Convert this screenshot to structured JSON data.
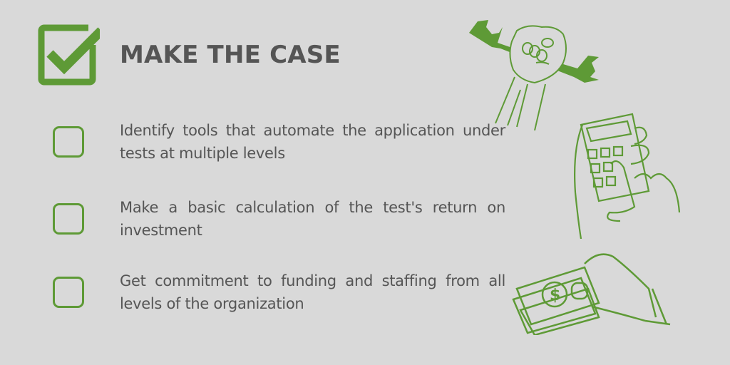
{
  "header": {
    "title": "MAKE THE CASE",
    "icon": "checkbox-checked-icon"
  },
  "checklist": {
    "items": [
      {
        "label": "Identify tools that automate the application under tests at multiple levels",
        "checked": false
      },
      {
        "label": "Make a basic calculation of the test's return on investment",
        "checked": false
      },
      {
        "label": "Get commitment to funding and staffing from all levels of the organization",
        "checked": false
      }
    ]
  },
  "illustrations": [
    "hand-wrench-icon",
    "hand-calculator-icon",
    "hand-money-icon"
  ],
  "colors": {
    "background": "#d9d9d9",
    "accent_green": "#5e9a36",
    "text": "#555555"
  }
}
